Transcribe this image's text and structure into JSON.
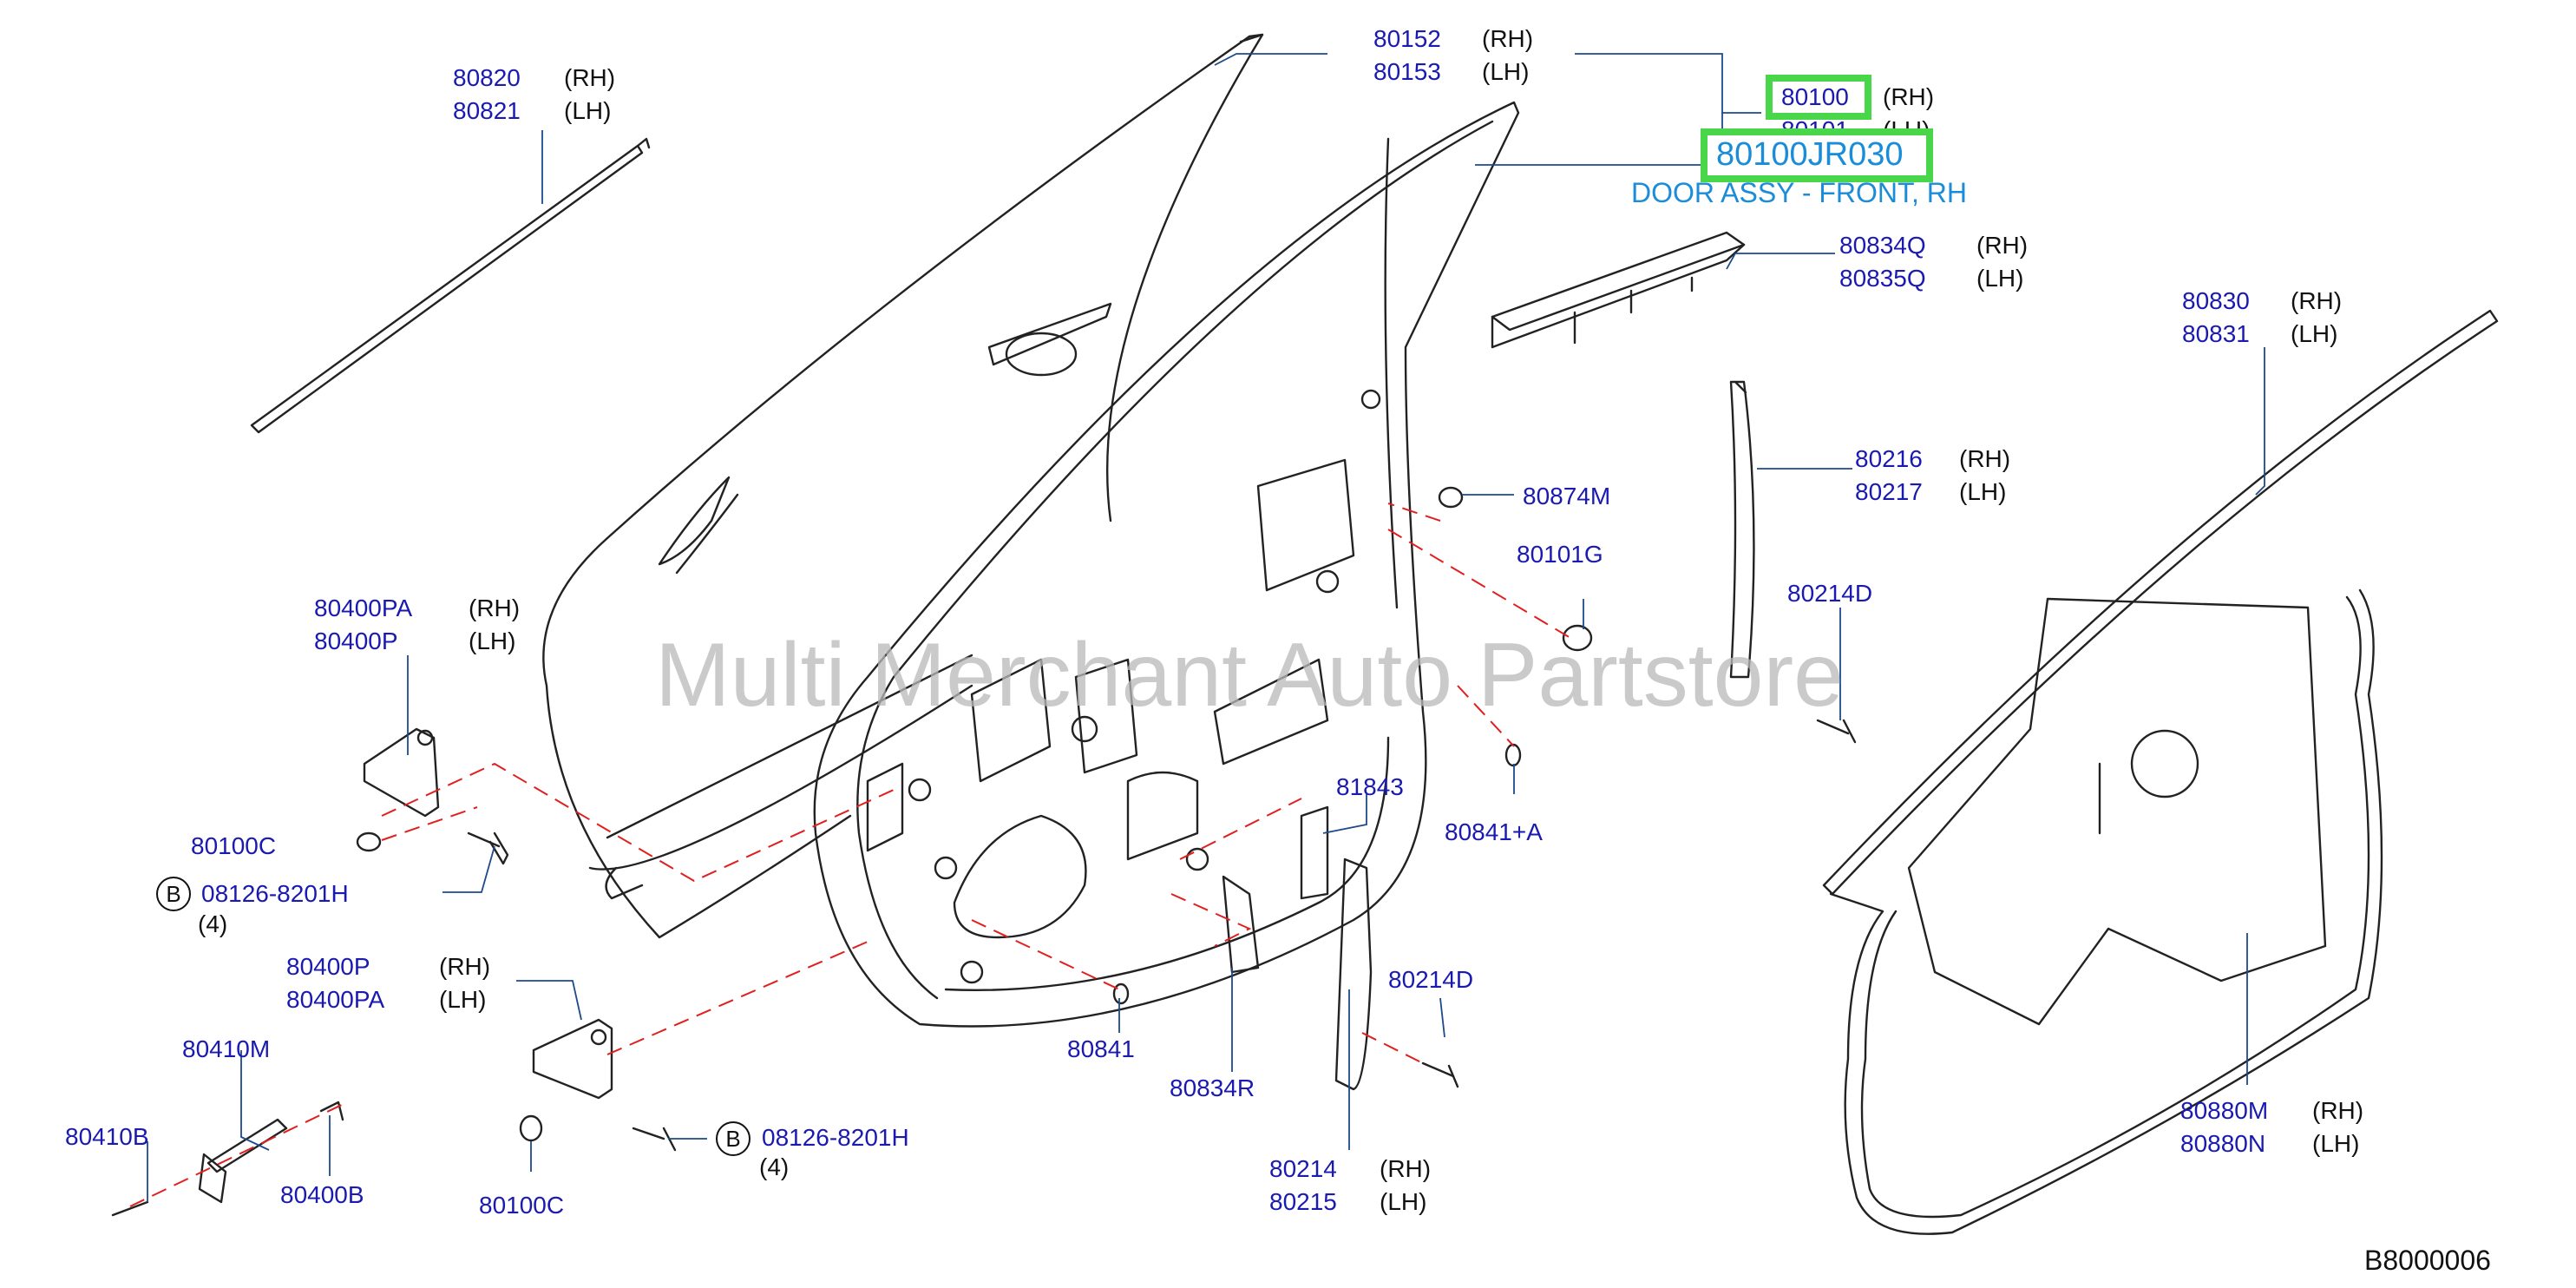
{
  "diagram": {
    "figure_id": "B8000006",
    "watermark": "Multi Merchant Auto Partstore",
    "callout": {
      "part_number": "80100JR030",
      "description": "DOOR ASSY - FRONT, RH"
    },
    "labels": {
      "p80152": "80152",
      "p80153": "80153",
      "p80100": "80100",
      "p80101": "80101",
      "p80820": "80820",
      "p80821": "80821",
      "p80834Q": "80834Q",
      "p80835Q": "80835Q",
      "p80830": "80830",
      "p80831": "80831",
      "p80216": "80216",
      "p80217": "80217",
      "p80874M": "80874M",
      "p80101G": "80101G",
      "p80214D_a": "80214D",
      "p80214D_b": "80214D",
      "p80400PA_a": "80400PA",
      "p80400P_a": "80400P",
      "p80400P_b": "80400P",
      "p80400PA_b": "80400PA",
      "p80100C_a": "80100C",
      "p80100C_b": "80100C",
      "p08126_a": "08126-8201H",
      "p08126_b": "08126-8201H",
      "qty_a": "(4)",
      "qty_b": "(4)",
      "circle_a": "B",
      "circle_b": "B",
      "p81843": "81843",
      "p80841A": "80841+A",
      "p80841": "80841",
      "p80834R": "80834R",
      "p80410M": "80410M",
      "p80410B": "80410B",
      "p80400B": "80400B",
      "p80214": "80214",
      "p80215": "80215",
      "p80880M": "80880M",
      "p80880N": "80880N"
    },
    "side": {
      "rh": "(RH)",
      "lh": "(LH)"
    }
  }
}
